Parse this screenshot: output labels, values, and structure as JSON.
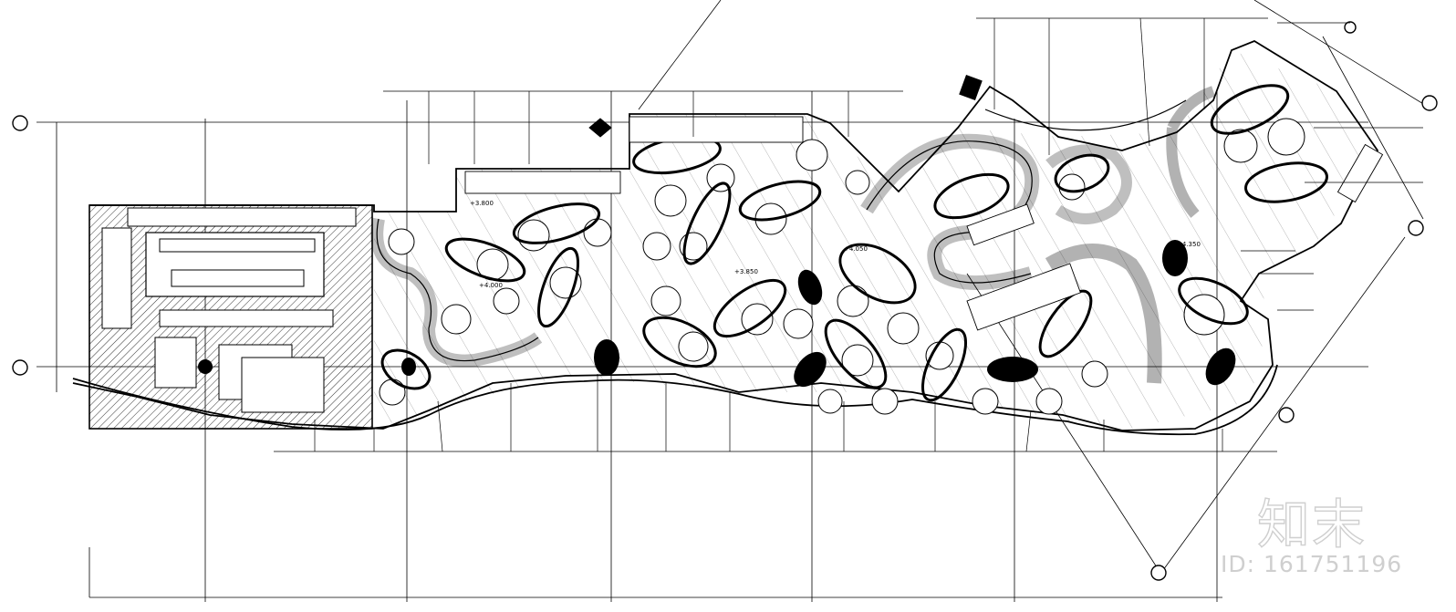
{
  "drawing": {
    "level_marks": [
      "+4.000",
      "+3.800",
      "+4.050",
      "+3.850",
      "+4.350"
    ]
  },
  "watermark": {
    "logo_text": "知末",
    "id_text": "ID: 161751196",
    "color": "#cfcfcf"
  },
  "colors": {
    "line": "#000000",
    "paper": "#ffffff"
  }
}
